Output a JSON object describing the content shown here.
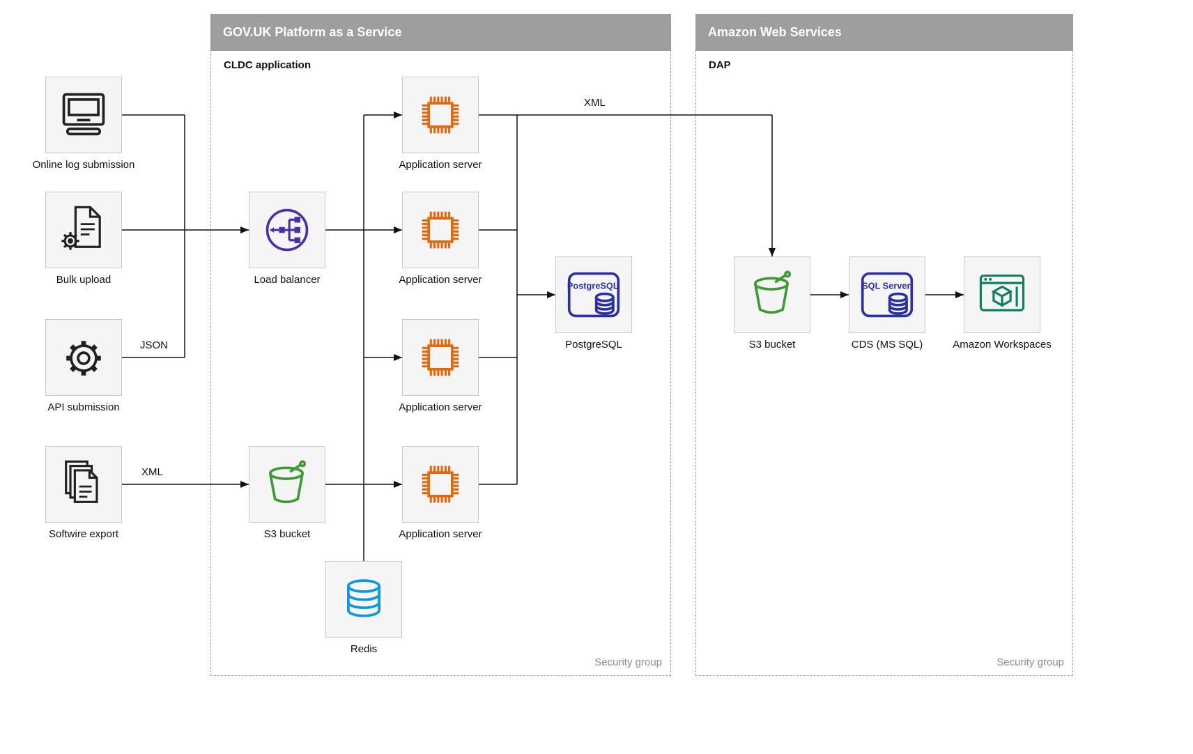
{
  "diagram": {
    "groups": {
      "govuk": {
        "title": "GOV.UK Platform as a Service",
        "sublabel": "CLDC application",
        "footer": "Security group"
      },
      "aws": {
        "title": "Amazon Web Services",
        "sublabel": "DAP",
        "footer": "Security group"
      }
    },
    "nodes": {
      "online_log": {
        "label": "Online log submission",
        "icon": "computer-icon"
      },
      "bulk_upload": {
        "label": "Bulk upload",
        "icon": "document-gear-icon"
      },
      "api_submission": {
        "label": "API submission",
        "icon": "gear-icon"
      },
      "softwire_export": {
        "label": "Softwire export",
        "icon": "documents-stack-icon"
      },
      "load_balancer": {
        "label": "Load balancer",
        "icon": "load-balancer-icon"
      },
      "app_server_1": {
        "label": "Application server",
        "icon": "chip-icon"
      },
      "app_server_2": {
        "label": "Application server",
        "icon": "chip-icon"
      },
      "app_server_3": {
        "label": "Application server",
        "icon": "chip-icon"
      },
      "app_server_4": {
        "label": "Application server",
        "icon": "chip-icon"
      },
      "postgresql": {
        "label": "PostgreSQL",
        "icon": "postgresql-database-icon",
        "icon_text": "PostgreSQL"
      },
      "s3_govuk": {
        "label": "S3 bucket",
        "icon": "bucket-icon"
      },
      "redis": {
        "label": "Redis",
        "icon": "database-cylinder-icon"
      },
      "s3_aws": {
        "label": "S3 bucket",
        "icon": "bucket-icon"
      },
      "cds": {
        "label": "CDS (MS SQL)",
        "icon": "sql-server-database-icon",
        "icon_text": "SQL Server"
      },
      "workspaces": {
        "label": "Amazon Workspaces",
        "icon": "workspaces-icon"
      }
    },
    "edge_labels": {
      "json": "JSON",
      "xml_softwire": "XML",
      "xml_app": "XML"
    },
    "colors": {
      "header_bg": "#9e9e9e",
      "dashed_border": "#9e9e9e",
      "node_bg": "#f5f5f5",
      "node_border": "#c9c9c9",
      "connector": "#111111",
      "icon_dark": "#212121",
      "load_balancer_purple": "#4b2fa6",
      "app_server_orange": "#e3680f",
      "postgresql_blue": "#2a2fa2",
      "s3_green": "#3f9a35",
      "redis_blue": "#0a99e0",
      "workspaces_teal": "#0e8060",
      "security_label_gray": "#8c8c8c"
    }
  }
}
